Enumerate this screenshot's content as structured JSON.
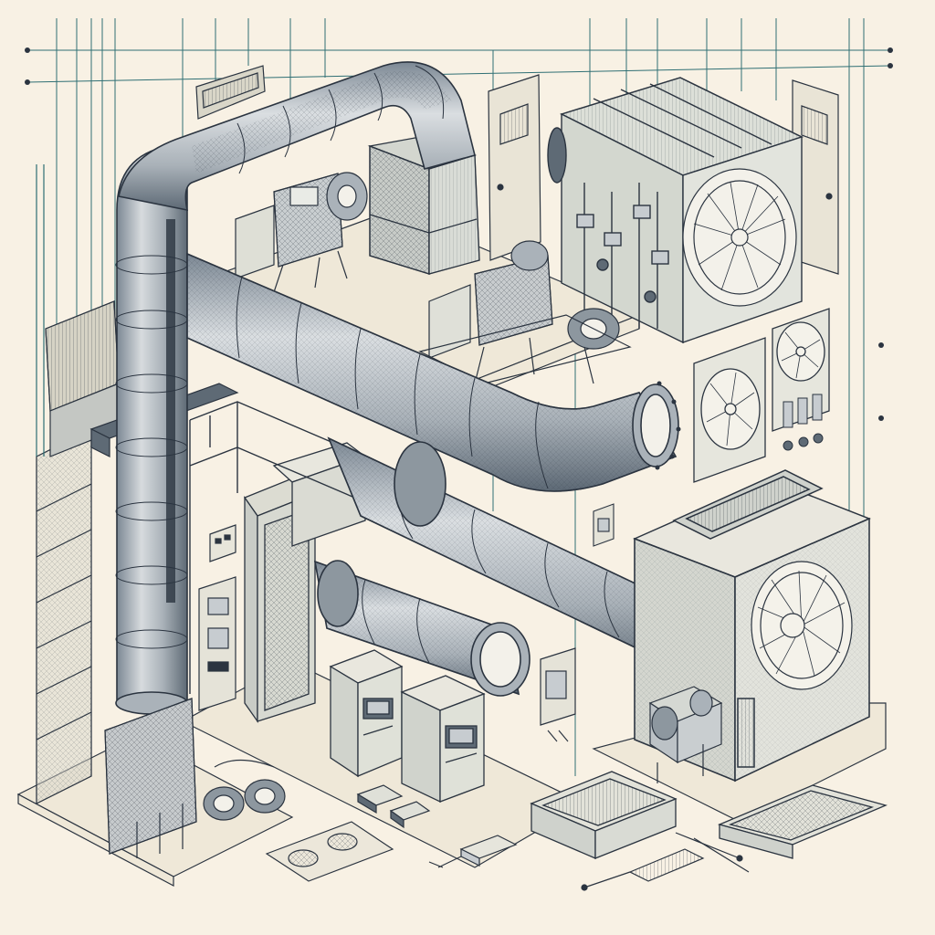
{
  "scene": {
    "kind": "isometric HVAC system line illustration",
    "background_color": "#f8f1e4",
    "line_color": "#2b3440",
    "accent_color": "#2f6f74",
    "duct_fill": "#c7ccd0",
    "cabinet_fill": "#e4e1d4",
    "panel_fill": "#d9ddd0",
    "labels_visible": false
  },
  "elements": {
    "ducts": [
      "vertical-riser-duct",
      "overhead-bent-duct",
      "long-horizontal-duct",
      "large-front-duct",
      "small-front-duct"
    ],
    "air_handlers": [
      "rooftop-fan-unit",
      "wall-fan-unit-left",
      "wall-fan-unit-right",
      "condenser-unit"
    ],
    "machinery": [
      "compressor-assembly-top",
      "compressor-assembly-center",
      "pump-assembly-bottom",
      "compressor-assembly-right"
    ],
    "cabinets": [
      "control-cabinet-left",
      "control-cabinet-right",
      "tall-filter-cabinet"
    ],
    "accessories": [
      "floor-filter-grille",
      "ceiling-vent-panel",
      "loose-filter-panel",
      "small-control-box",
      "floor-register"
    ],
    "wall_features": [
      "door-left",
      "door-right",
      "wall-switch-panel",
      "wall-control-panel"
    ]
  }
}
